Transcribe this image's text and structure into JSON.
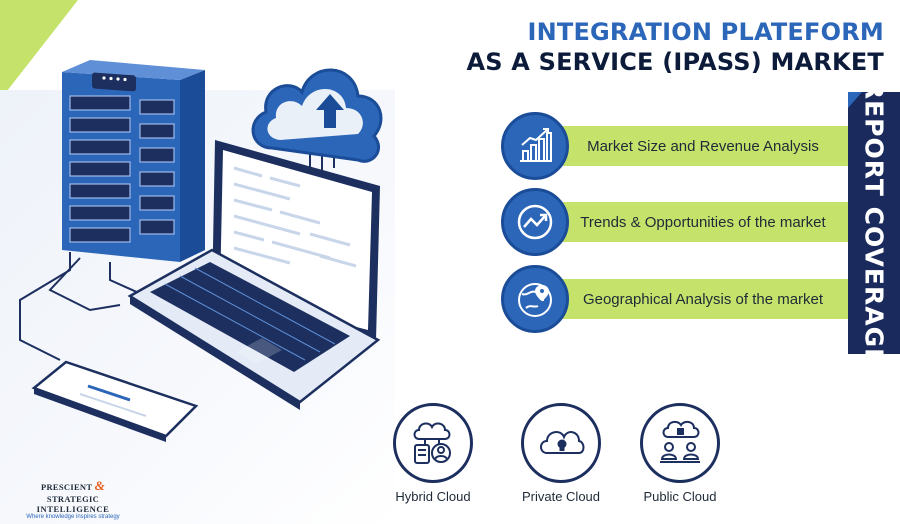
{
  "title": {
    "line1": "INTEGRATION PLATEFORM",
    "line2": "AS A SERVICE (IPASS) MARKET"
  },
  "banner": {
    "text": "REPORT COVERAGE"
  },
  "coverage": [
    {
      "label": "Market Size and Revenue Analysis",
      "icon": "bar-chart-icon"
    },
    {
      "label": "Trends & Opportunities of the market",
      "icon": "trend-arrow-icon"
    },
    {
      "label": "Geographical Analysis of the market",
      "icon": "globe-pin-icon"
    }
  ],
  "options": [
    {
      "label": "Hybrid Cloud",
      "icon": "hybrid-cloud-icon"
    },
    {
      "label": "Private Cloud",
      "icon": "private-cloud-icon"
    },
    {
      "label": "Public Cloud",
      "icon": "public-cloud-icon"
    }
  ],
  "logo": {
    "line1a": "PRESCIENT",
    "amp": "&",
    "line1b": "STRATEGIC",
    "line2": "INTELLIGENCE",
    "tagline": "Where knowledge inspires strategy"
  },
  "colors": {
    "accent_blue": "#2b66b9",
    "navy": "#1a2a5c",
    "lime": "#c5e36a",
    "orange": "#e8591a"
  }
}
